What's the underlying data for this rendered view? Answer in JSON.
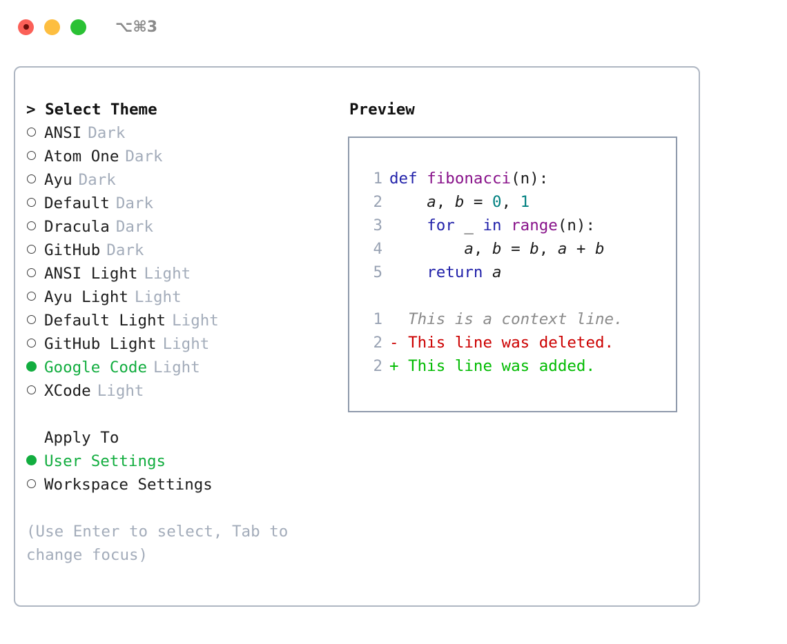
{
  "titlebar": {
    "shortcut": "⌥⌘3",
    "buttons": [
      {
        "name": "close",
        "color": "#fb6058"
      },
      {
        "name": "minimize",
        "color": "#fdbe40"
      },
      {
        "name": "zoom",
        "color": "#2ac134"
      }
    ]
  },
  "theme_picker": {
    "heading": "> Select Theme",
    "options": [
      {
        "name": "ANSI",
        "kind": "Dark",
        "selected": false
      },
      {
        "name": "Atom One",
        "kind": "Dark",
        "selected": false
      },
      {
        "name": "Ayu",
        "kind": "Dark",
        "selected": false
      },
      {
        "name": "Default",
        "kind": "Dark",
        "selected": false
      },
      {
        "name": "Dracula",
        "kind": "Dark",
        "selected": false
      },
      {
        "name": "GitHub",
        "kind": "Dark",
        "selected": false
      },
      {
        "name": "ANSI Light",
        "kind": "Light",
        "selected": false
      },
      {
        "name": "Ayu Light",
        "kind": "Light",
        "selected": false
      },
      {
        "name": "Default Light",
        "kind": "Light",
        "selected": false
      },
      {
        "name": "GitHub Light",
        "kind": "Light",
        "selected": false
      },
      {
        "name": "Google Code",
        "kind": "Light",
        "selected": true
      },
      {
        "name": "XCode",
        "kind": "Light",
        "selected": false
      }
    ]
  },
  "apply_to": {
    "label": "Apply To",
    "options": [
      {
        "name": "User Settings",
        "selected": true
      },
      {
        "name": "Workspace Settings",
        "selected": false
      }
    ]
  },
  "hint": "(Use Enter to select, Tab to change focus)",
  "preview": {
    "title": "Preview",
    "code_lines": [
      {
        "lineno": "1",
        "tokens": [
          {
            "text": "def ",
            "type": "kw"
          },
          {
            "text": "fibonacci",
            "type": "fn"
          },
          {
            "text": "(n):",
            "type": "pln"
          }
        ]
      },
      {
        "lineno": "2",
        "tokens": [
          {
            "text": "    ",
            "type": "pln"
          },
          {
            "text": "a",
            "type": "var"
          },
          {
            "text": ", ",
            "type": "pln"
          },
          {
            "text": "b",
            "type": "var"
          },
          {
            "text": " = ",
            "type": "pln"
          },
          {
            "text": "0",
            "type": "num"
          },
          {
            "text": ", ",
            "type": "pln"
          },
          {
            "text": "1",
            "type": "num"
          }
        ]
      },
      {
        "lineno": "3",
        "tokens": [
          {
            "text": "    ",
            "type": "pln"
          },
          {
            "text": "for",
            "type": "kw"
          },
          {
            "text": " _ ",
            "type": "pln"
          },
          {
            "text": "in",
            "type": "kw"
          },
          {
            "text": " ",
            "type": "pln"
          },
          {
            "text": "range",
            "type": "fn"
          },
          {
            "text": "(n):",
            "type": "pln"
          }
        ]
      },
      {
        "lineno": "4",
        "tokens": [
          {
            "text": "        ",
            "type": "pln"
          },
          {
            "text": "a",
            "type": "var"
          },
          {
            "text": ", ",
            "type": "pln"
          },
          {
            "text": "b",
            "type": "var"
          },
          {
            "text": " = ",
            "type": "pln"
          },
          {
            "text": "b",
            "type": "var"
          },
          {
            "text": ", ",
            "type": "pln"
          },
          {
            "text": "a",
            "type": "var"
          },
          {
            "text": " + ",
            "type": "pln"
          },
          {
            "text": "b",
            "type": "var"
          }
        ]
      },
      {
        "lineno": "5",
        "tokens": [
          {
            "text": "    ",
            "type": "pln"
          },
          {
            "text": "return",
            "type": "kw"
          },
          {
            "text": " ",
            "type": "pln"
          },
          {
            "text": "a",
            "type": "var"
          }
        ]
      }
    ],
    "diff_lines": [
      {
        "lineno": "1",
        "marker": " ",
        "text": " This is a context line.",
        "type": "ctx"
      },
      {
        "lineno": "2",
        "marker": "-",
        "text": " This line was deleted.",
        "type": "del"
      },
      {
        "lineno": "2",
        "marker": "+",
        "text": " This line was added.",
        "type": "add"
      }
    ]
  },
  "colors": {
    "accent_green": "#12ad3f",
    "muted": "#a3acba",
    "keyword": "#2222aa",
    "function": "#88128a",
    "number": "#008080",
    "deleted": "#cc0000",
    "added": "#00bb00",
    "border": "#aeb6c2",
    "preview_border": "#8e99ab"
  }
}
